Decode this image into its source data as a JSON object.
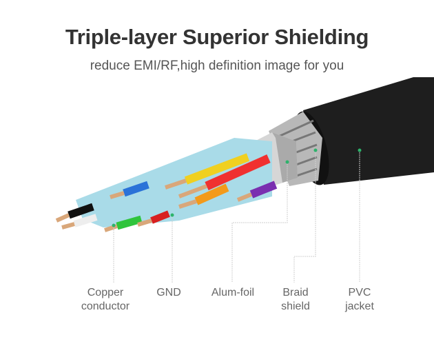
{
  "header": {
    "title": "Triple-layer Superior Shielding",
    "subtitle": "reduce EMI/RF,high definition image for you"
  },
  "labels": [
    {
      "line1": "Copper",
      "line2": "conductor"
    },
    {
      "line1": "GND",
      "line2": ""
    },
    {
      "line1": "Alum-foil",
      "line2": ""
    },
    {
      "line1": "Braid",
      "line2": "shield"
    },
    {
      "line1": "PVC",
      "line2": "jacket"
    }
  ],
  "colors": {
    "accent_dot": "#2db36b",
    "jacket": "#1e1e1e",
    "foil": "#bfe3ec",
    "copper": "#d9a77a"
  }
}
